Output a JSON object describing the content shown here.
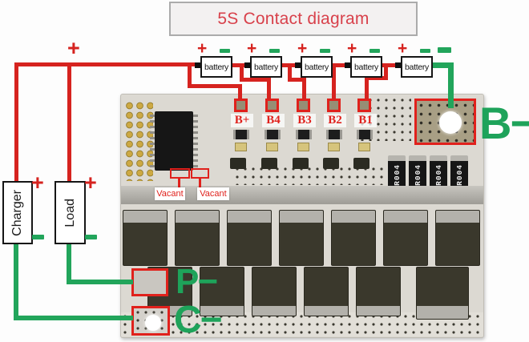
{
  "title": "5S Contact diagram",
  "colors": {
    "wire_red": "#d6231f",
    "wire_green": "#22a55b",
    "label_red": "#e0211c",
    "label_green": "#1ea35a"
  },
  "symbols": {
    "plus": "+",
    "minus": "-"
  },
  "batteries": [
    {
      "label": "battery"
    },
    {
      "label": "battery"
    },
    {
      "label": "battery"
    },
    {
      "label": "battery"
    },
    {
      "label": "battery"
    }
  ],
  "left_devices": {
    "charger_label": "Charger",
    "load_label": "Load"
  },
  "board": {
    "pad_labels": [
      {
        "label": "B+"
      },
      {
        "label": "B4"
      },
      {
        "label": "B3"
      },
      {
        "label": "B2"
      },
      {
        "label": "B1"
      }
    ],
    "vacant": [
      {
        "label": "Vacant"
      },
      {
        "label": "Vacant"
      }
    ],
    "shunt_resistors": [
      {
        "label": "R004"
      },
      {
        "label": "R004"
      },
      {
        "label": "R004"
      },
      {
        "label": "R004"
      }
    ],
    "terminals": {
      "b_minus": "B−",
      "p_minus": "P−",
      "c_minus": "C−"
    }
  }
}
